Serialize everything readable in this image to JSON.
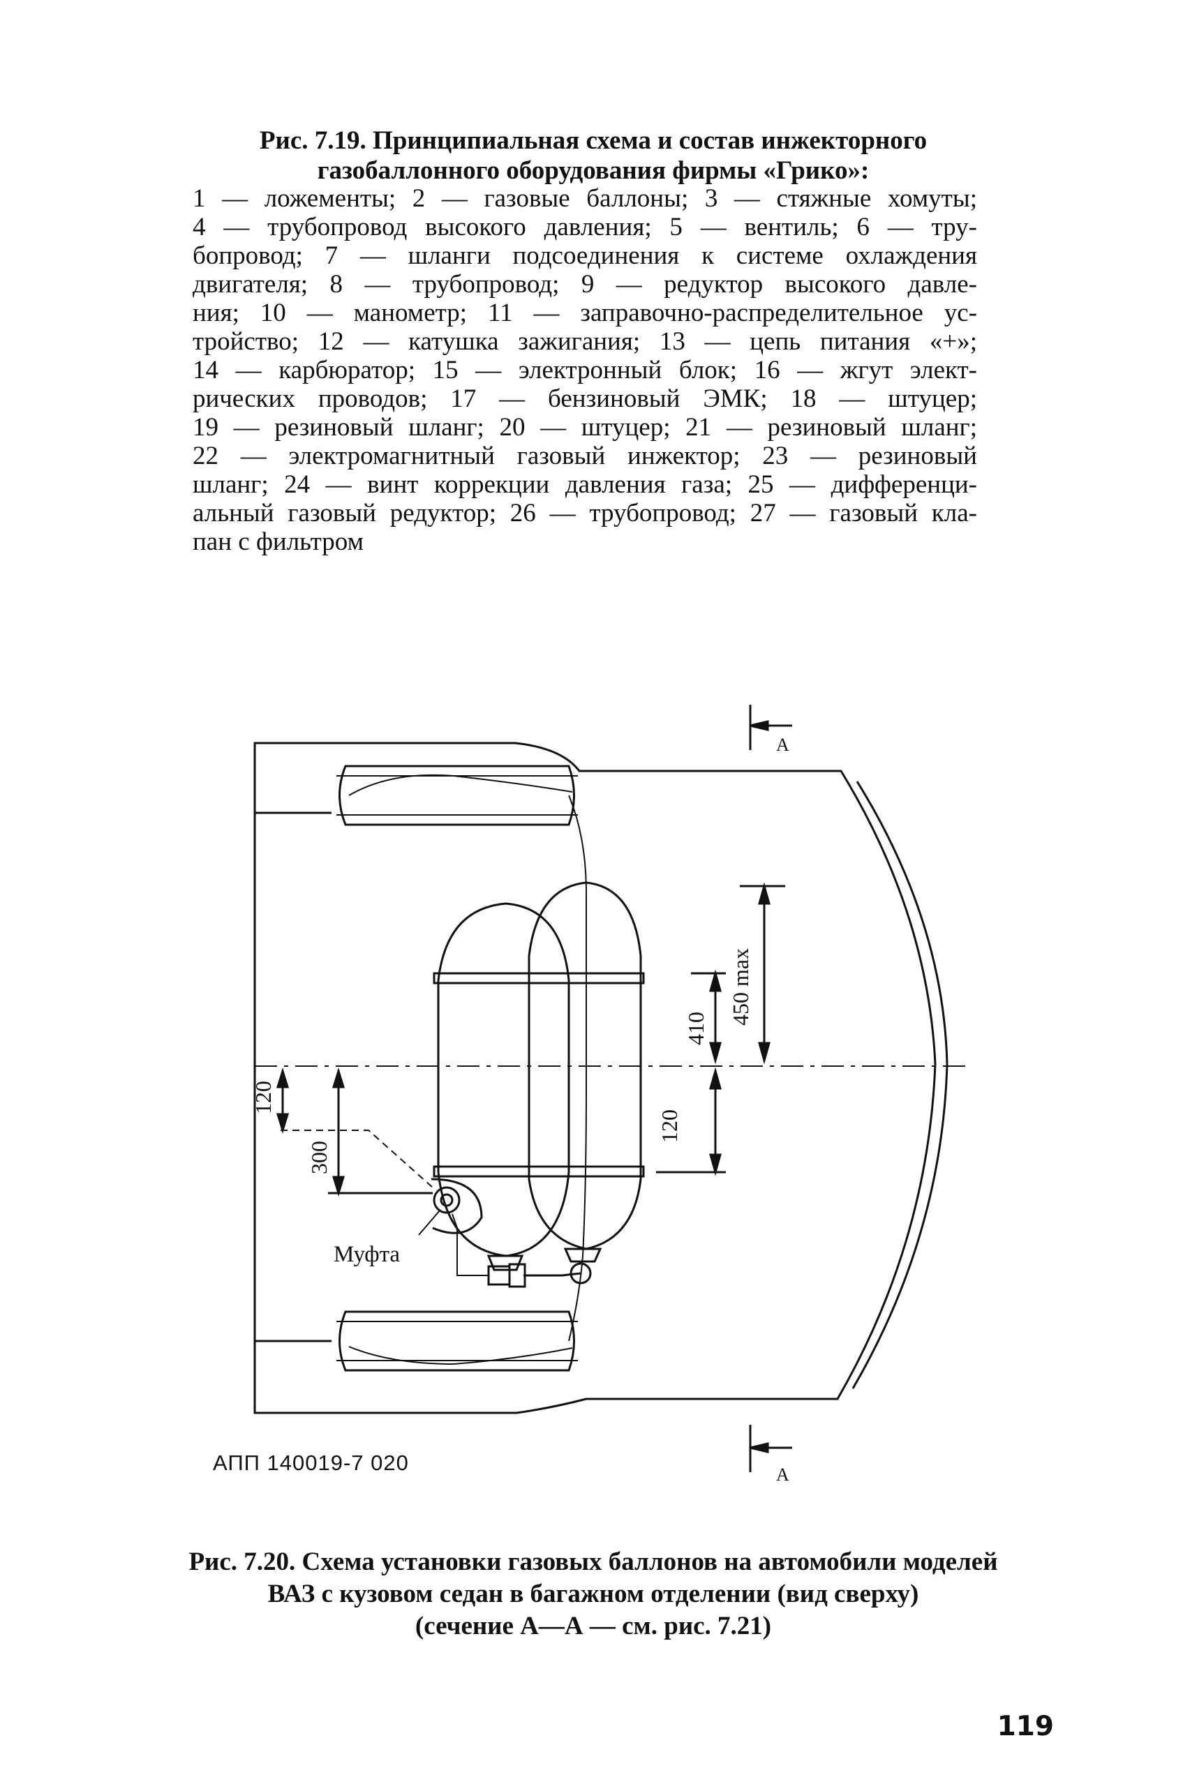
{
  "fig719": {
    "title_line1": "Рис. 7.19. Принципиальная схема и состав инжекторного",
    "title_line2": "газобаллонного оборудования фирмы «Грико»:",
    "legend_lines": [
      "1 — ложементы; 2 — газовые баллоны; 3 — стяжные хомуты;",
      "4 — трубопровод высокого давления; 5 — вентиль; 6 — тру-",
      "бопровод; 7 — шланги подсоединения к системе охлаждения",
      "двигателя; 8 — трубопровод; 9 — редуктор высокого давле-",
      "ния; 10 — манометр; 11 — заправочно-распределительное ус-",
      "тройство; 12 — катушка зажигания; 13 — цепь питания «+»;",
      "14 — карбюратор; 15 — электронный блок; 16 — жгут элект-",
      "рических проводов; 17 — бензиновый ЭМК; 18 — штуцер;",
      "19 — резиновый шланг; 20 — штуцер; 21 — резиновый шланг;",
      "22 — электромагнитный газовый инжектор; 23 — резиновый",
      "шланг; 24 — винт коррекции давления газа; 25 — дифференци-",
      "альный газовый редуктор; 26 — трубопровод; 27 — газовый кла-",
      "пан с фильтром"
    ]
  },
  "diagram": {
    "section_label_top": "A",
    "section_label_bottom": "A",
    "dim_450": "450 max",
    "dim_410": "410",
    "dim_120_right": "120",
    "dim_120_left": "120",
    "dim_300": "300",
    "coupling_label": "Муфта",
    "drawing_code": "АПП 140019-7 020"
  },
  "fig720": {
    "title_line1": "Рис. 7.20. Схема установки газовых баллонов на автомобили моделей",
    "title_line2": "ВАЗ с кузовом седан в багажном отделении (вид сверху)",
    "title_line3": "(сечение А—А — см. рис. 7.21)"
  },
  "page_number": "119"
}
